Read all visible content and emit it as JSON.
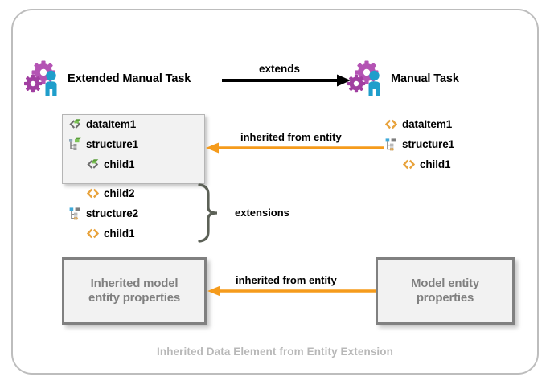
{
  "diagram": {
    "caption": "Inherited Data Element from Entity Extension",
    "nodes": {
      "extended_task": {
        "label": "Extended Manual Task",
        "icon": "manual-task-gears-person-icon"
      },
      "base_task": {
        "label": "Manual Task",
        "icon": "manual-task-gears-person-icon"
      }
    },
    "connectors": {
      "extends": {
        "label": "extends",
        "color": "#000000",
        "direction": "right"
      },
      "inherited_top": {
        "label": "inherited from entity",
        "color": "#f59b1c",
        "direction": "left"
      },
      "inherited_bottom": {
        "label": "inherited from entity",
        "color": "#f59b1c",
        "direction": "left"
      }
    },
    "brace": {
      "label": "extensions",
      "color": "#5c6157"
    },
    "inherited_tree": {
      "panel_background": "#f2f2f2",
      "items": [
        {
          "label": "dataItem1",
          "icon": "data-item-inherited-icon",
          "indent": 0
        },
        {
          "label": "structure1",
          "icon": "structure-inherited-icon",
          "indent": 0
        },
        {
          "label": "child1",
          "icon": "data-item-inherited-icon",
          "indent": 1
        }
      ]
    },
    "extension_tree": {
      "items": [
        {
          "label": "child2",
          "icon": "data-item-icon",
          "indent": 1
        },
        {
          "label": "structure2",
          "icon": "structure-icon",
          "indent": 0
        },
        {
          "label": "child1",
          "icon": "data-item-icon",
          "indent": 1
        }
      ]
    },
    "source_tree": {
      "items": [
        {
          "label": "dataItem1",
          "icon": "data-item-icon",
          "indent": 0
        },
        {
          "label": "structure1",
          "icon": "structure-icon",
          "indent": 0
        },
        {
          "label": "child1",
          "icon": "data-item-icon",
          "indent": 1
        }
      ]
    },
    "boxes": {
      "inherited_properties": {
        "line1": "Inherited model",
        "line2": "entity properties"
      },
      "model_properties": {
        "line1": "Model entity",
        "line2": "properties"
      }
    },
    "colors": {
      "accent_orange": "#f59b1c",
      "icon_orange": "#e8a33d",
      "icon_green": "#5a9e3a",
      "gear_purple": "#b453b4",
      "person_blue": "#1f9ecb",
      "box_border": "#808080",
      "frame_border": "#bdbdbd",
      "caption_gray": "#b8b8b8"
    }
  }
}
